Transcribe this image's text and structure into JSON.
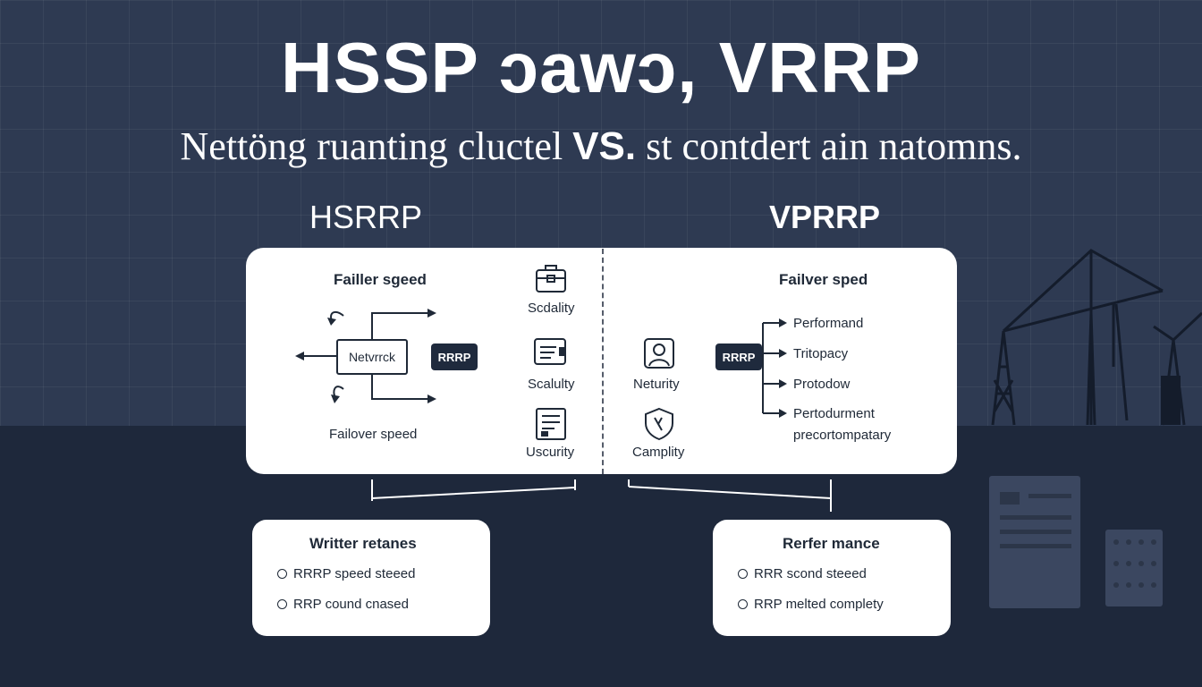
{
  "header": {
    "title": "HSSP ɔawɔ, VRRP",
    "subtitle_part1": "Nettöng ruanting cluctel ",
    "subtitle_vs": "VS.",
    "subtitle_part2": " st contdert ain natomns."
  },
  "left": {
    "title": "HSRRP",
    "heading": "Failler sgeed",
    "network_label": "Netvrrck",
    "pill_label": "RRRP",
    "footer_label": "Failover speed",
    "features": [
      "Scdality",
      "Scalulty",
      "Uscurity"
    ],
    "card": {
      "title": "Writter retanes",
      "items": [
        "RRRP speed steeed",
        "RRP cound cnased"
      ]
    }
  },
  "right": {
    "title": "VPRRP",
    "heading": "Failver sped",
    "pill_label": "RRRP",
    "icon_labels": [
      "Neturity",
      "Camplity"
    ],
    "branches": [
      "Performand",
      "Tritopacy",
      "Protodow",
      "Pertodurment",
      "precortompatary"
    ],
    "card": {
      "title": "Rerfer mance",
      "items": [
        "RRR scond steeed",
        "RRP melted complety"
      ]
    }
  },
  "colors": {
    "background": "#2e3a52",
    "floor": "#1e283b",
    "panel": "#ffffff",
    "ink": "#1f2937",
    "pill": "#1f2a3d"
  },
  "icons": [
    "briefcase-icon",
    "monitor-icon",
    "document-icon",
    "user-icon",
    "shield-icon",
    "crane-icon",
    "server-icon"
  ]
}
